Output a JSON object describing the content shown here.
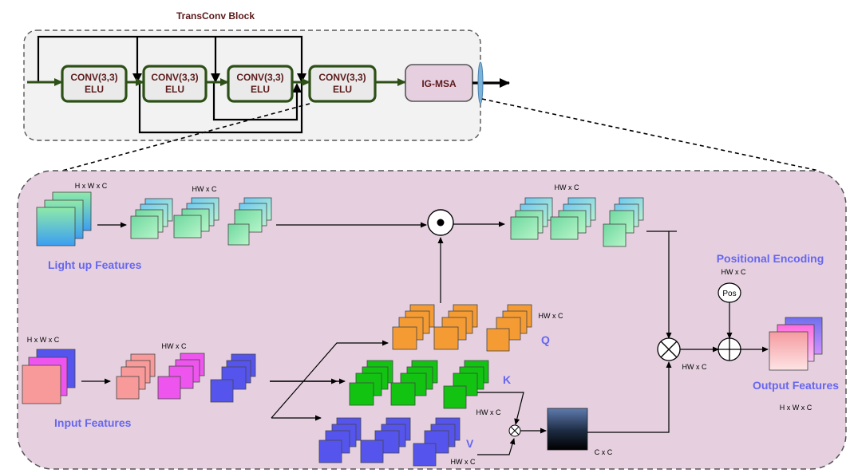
{
  "transconv_block": {
    "title": "TransConv Block",
    "conv_blocks": [
      {
        "line1": "CONV(3,3)",
        "line2": "ELU"
      },
      {
        "line1": "CONV(3,3)",
        "line2": "ELU"
      },
      {
        "line1": "CONV(3,3)",
        "line2": "ELU"
      },
      {
        "line1": "CONV(3,3)",
        "line2": "ELU"
      }
    ],
    "igmsa_label": "IG-MSA"
  },
  "igmsa": {
    "light_up": {
      "label": "Light up Features",
      "dim_input": "H x W x C",
      "dim_reshaped": "HW x C"
    },
    "input": {
      "label": "Input Features",
      "dim_input": "H x W x C",
      "dim_reshaped": "HW x C"
    },
    "q": {
      "label": "Q",
      "dim": "HW x C"
    },
    "k": {
      "label": "K",
      "dim": "HW x C"
    },
    "v": {
      "label": "V",
      "dim": "HW x C"
    },
    "light_product_dim": "HW x C",
    "attention_dim": "C x C",
    "mult_dim": "HW x C",
    "positional": {
      "label": "Positional Encoding",
      "dim": "HW x C",
      "pos_label": "Pos"
    },
    "output": {
      "label": "Output Features",
      "dim": "H x W x C"
    }
  },
  "colors": {
    "block_bg": "#f2f2f2",
    "igmsa_panel_bg": "#e6d0e0",
    "conv_border": "#2d5016",
    "conv_text": "#5c1a1a",
    "igmsa_box_bg": "#e6d0e0",
    "label_blue": "#6666ee",
    "orange": "#f49b34",
    "green": "#12c312",
    "blue": "#5555ee",
    "salmon": "#f99a9a",
    "magenta": "#ee55ee",
    "grad_top": "#7fe0c0",
    "grad_bottom": "#40a0f0"
  }
}
